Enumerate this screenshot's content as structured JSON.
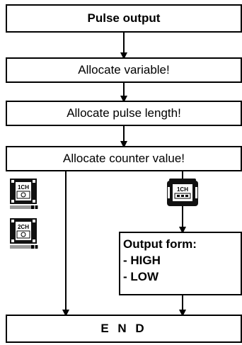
{
  "steps": {
    "title": "Pulse output",
    "allocate_variable": "Allocate variable!",
    "allocate_pulse_length": "Allocate pulse length!",
    "allocate_counter_value": "Allocate counter value!",
    "end": "E N D"
  },
  "output_form": {
    "heading": "Output form:",
    "options": [
      "- HIGH",
      "- LOW"
    ]
  },
  "devices": {
    "left_top_label": "1CH",
    "left_bottom_label": "2CH",
    "right_label": "1CH"
  }
}
